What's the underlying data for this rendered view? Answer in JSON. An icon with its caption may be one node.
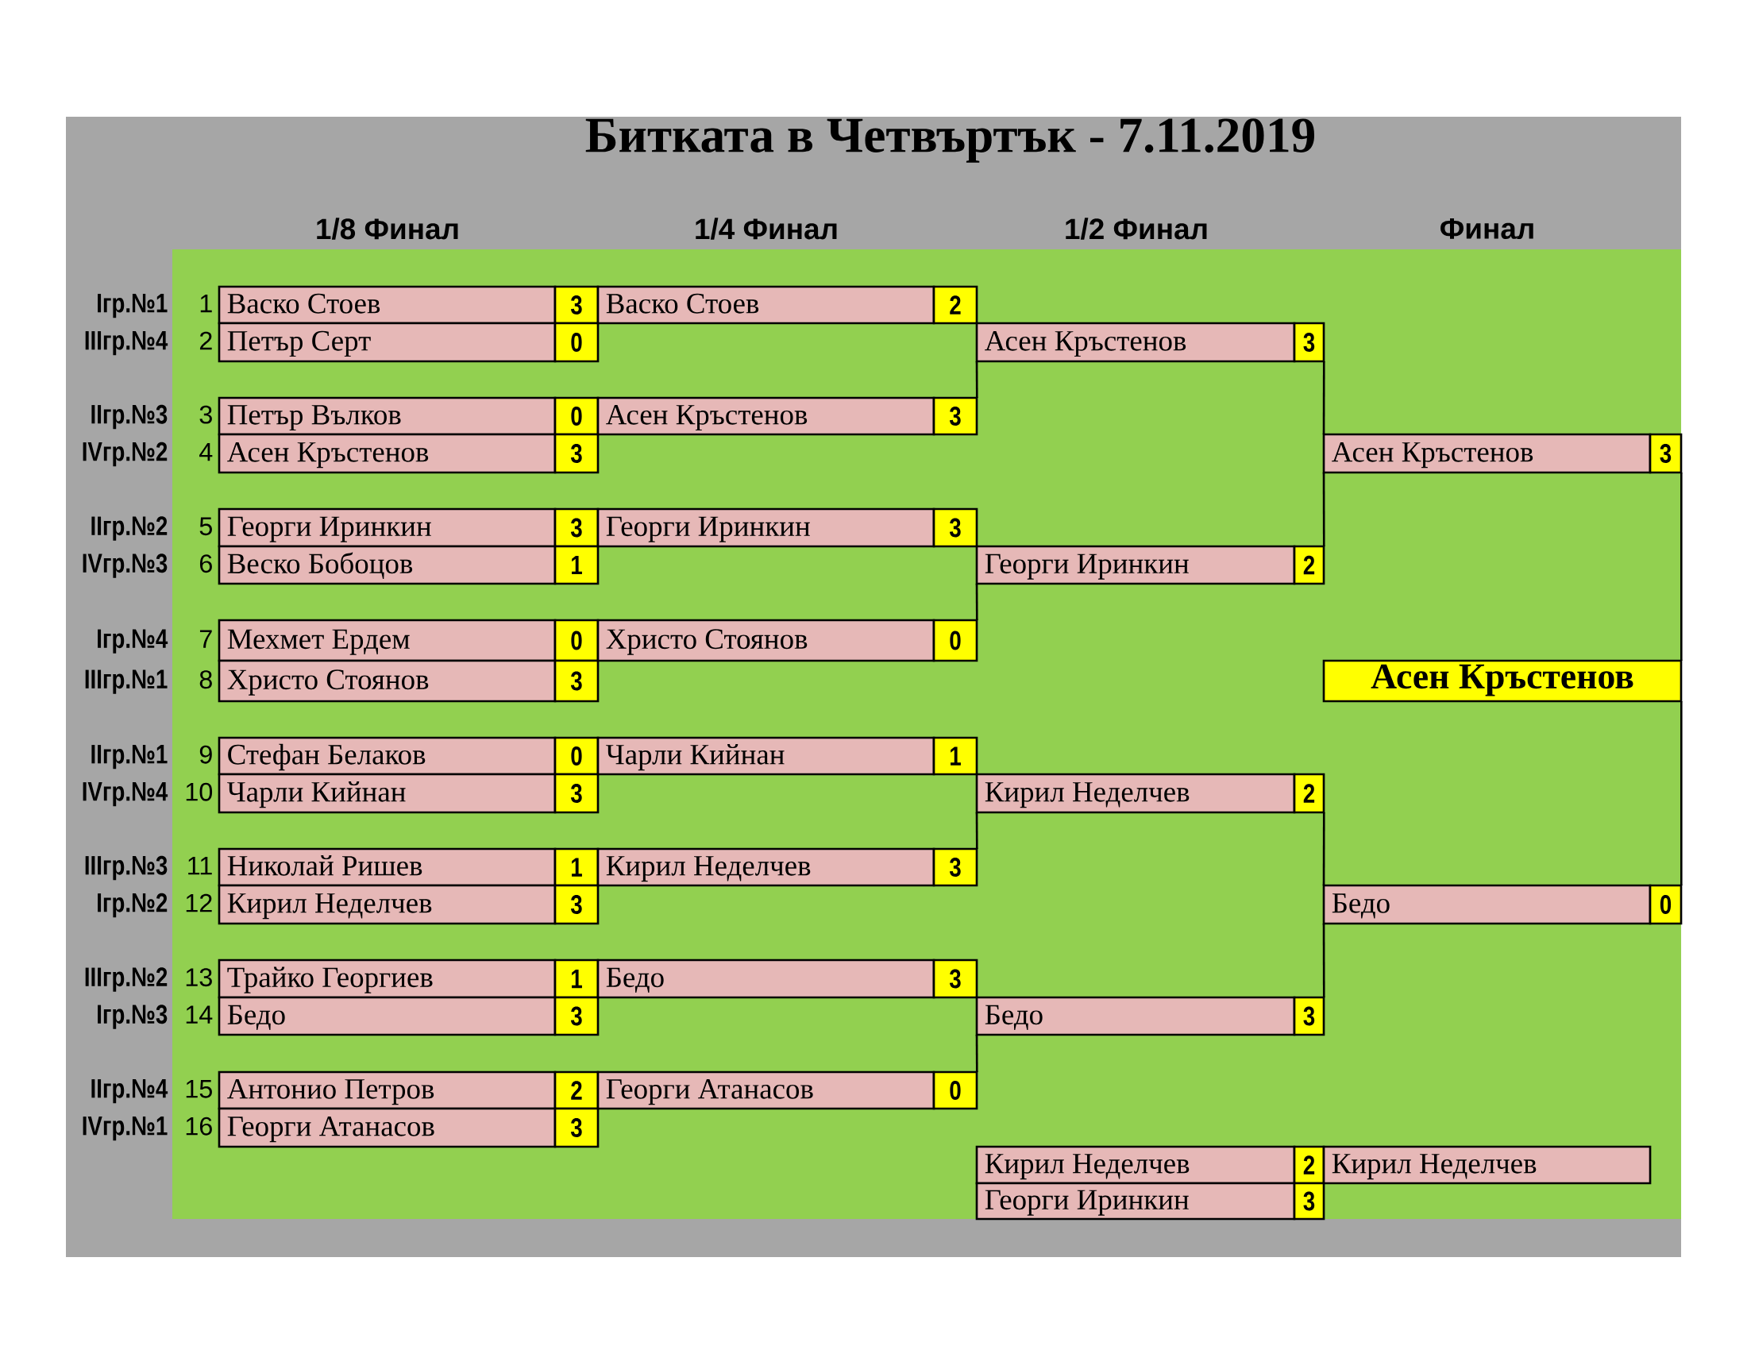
{
  "diagram": {
    "title": "Битката в Четвъртък - 7.11.2019",
    "nodes": [
      {
        "text": [
          "Васко Стоев",
          "3"
        ],
        "beside": [
          "Iгр.№1",
          "1"
        ]
      },
      {
        "text": [
          "Петър Серт",
          "0"
        ],
        "beside": [
          "IIIгр.№4",
          "2"
        ]
      },
      {
        "text": [
          "Петър Вълков",
          "0"
        ],
        "beside": [
          "IIгр.№3",
          "3"
        ]
      },
      {
        "text": [
          "Асен Кръстенов",
          "3"
        ],
        "beside": [
          "IVгр.№2",
          "4"
        ]
      },
      {
        "text": [
          "Георги Иринкин",
          "3"
        ],
        "beside": [
          "IIгр.№2",
          "5"
        ]
      },
      {
        "text": [
          "Веско Бобоцов",
          "1"
        ],
        "beside": [
          "IVгр.№3",
          "6"
        ]
      },
      {
        "text": [
          "Мехмет Ердем",
          "0"
        ],
        "beside": [
          "Iгр.№4",
          "7"
        ]
      },
      {
        "text": [
          "Христо Стоянов",
          "3"
        ],
        "beside": [
          "IIIгр.№1",
          "8"
        ]
      },
      {
        "text": [
          "Стефан Белаков",
          "0"
        ],
        "beside": [
          "IIгр.№1",
          "9"
        ]
      },
      {
        "text": [
          "Чарли Кийнан",
          "3"
        ],
        "beside": [
          "IVгр.№4",
          "10"
        ]
      },
      {
        "text": [
          "Николай Ришев",
          "1"
        ],
        "beside": [
          "IIIгр.№3",
          "11"
        ]
      },
      {
        "text": [
          "Кирил Неделчев",
          "3"
        ],
        "beside": [
          "Iгр.№2",
          "12"
        ]
      },
      {
        "text": [
          "Трайко Георгиев",
          "1"
        ],
        "beside": [
          "IIIгр.№2",
          "13"
        ]
      },
      {
        "text": [
          "Бедо",
          "3"
        ],
        "beside": [
          "Iгр.№3",
          "14"
        ]
      },
      {
        "text": [
          "Антонио Петров",
          "2"
        ],
        "beside": [
          "IIгр.№4",
          "15"
        ]
      },
      {
        "text": [
          "Георги Атанасов",
          "3"
        ],
        "beside": [
          "IVгр.№1",
          "16"
        ]
      },
      {
        "text": [
          "Васко Стоев",
          "2"
        ]
      },
      {
        "text": [
          "Асен Кръстенов",
          "3"
        ]
      },
      {
        "text": [
          "Георги Иринкин",
          "3"
        ]
      },
      {
        "text": [
          "Христо Стоянов",
          "0"
        ]
      },
      {
        "text": [
          "Чарли Кийнан",
          "1"
        ]
      },
      {
        "text": [
          "Кирил Неделчев",
          "3"
        ]
      },
      {
        "text": [
          "Бедо",
          "3"
        ]
      },
      {
        "text": [
          "Георги Атанасов",
          "0"
        ]
      },
      {
        "text": [
          "Асен Кръстенов",
          "3"
        ]
      },
      {
        "text": [
          "Георги Иринкин",
          "2"
        ]
      },
      {
        "text": [
          "Кирил Неделчев",
          "2"
        ]
      },
      {
        "text": [
          "Бедо",
          "3"
        ]
      },
      {
        "text": [
          "Асен Кръстенов",
          "3"
        ]
      },
      {
        "text": [
          "Бедо",
          "0"
        ]
      },
      {
        "text": [
          "Асен Кръстенов"
        ]
      },
      {
        "text": [
          "Кирил Неделчев",
          "2"
        ]
      },
      {
        "text": [
          "Георги Иринкин",
          "3"
        ]
      },
      {
        "text": [
          "Кирил Неделчев"
        ]
      }
    ],
    "edges": [
      {
        "from": 17,
        "to": 24,
        "arrow": "none"
      },
      {
        "from": 19,
        "to": 25,
        "arrow": "none"
      },
      {
        "from": 21,
        "to": 26,
        "arrow": "none"
      },
      {
        "from": 23,
        "to": 27,
        "arrow": "none"
      },
      {
        "from": 24,
        "to": 28,
        "arrow": "none"
      },
      {
        "from": 25,
        "to": 28,
        "arrow": "none"
      },
      {
        "from": 26,
        "to": 29,
        "arrow": "none"
      },
      {
        "from": 27,
        "to": 29,
        "arrow": "none"
      },
      {
        "from": 28,
        "to": 30,
        "arrow": "none"
      },
      {
        "from": 29,
        "to": 30,
        "arrow": "none"
      }
    ],
    "labels": [
      "1/8 Финал",
      "1/4 Финал",
      "1/2 Финал",
      "Финал"
    ]
  }
}
